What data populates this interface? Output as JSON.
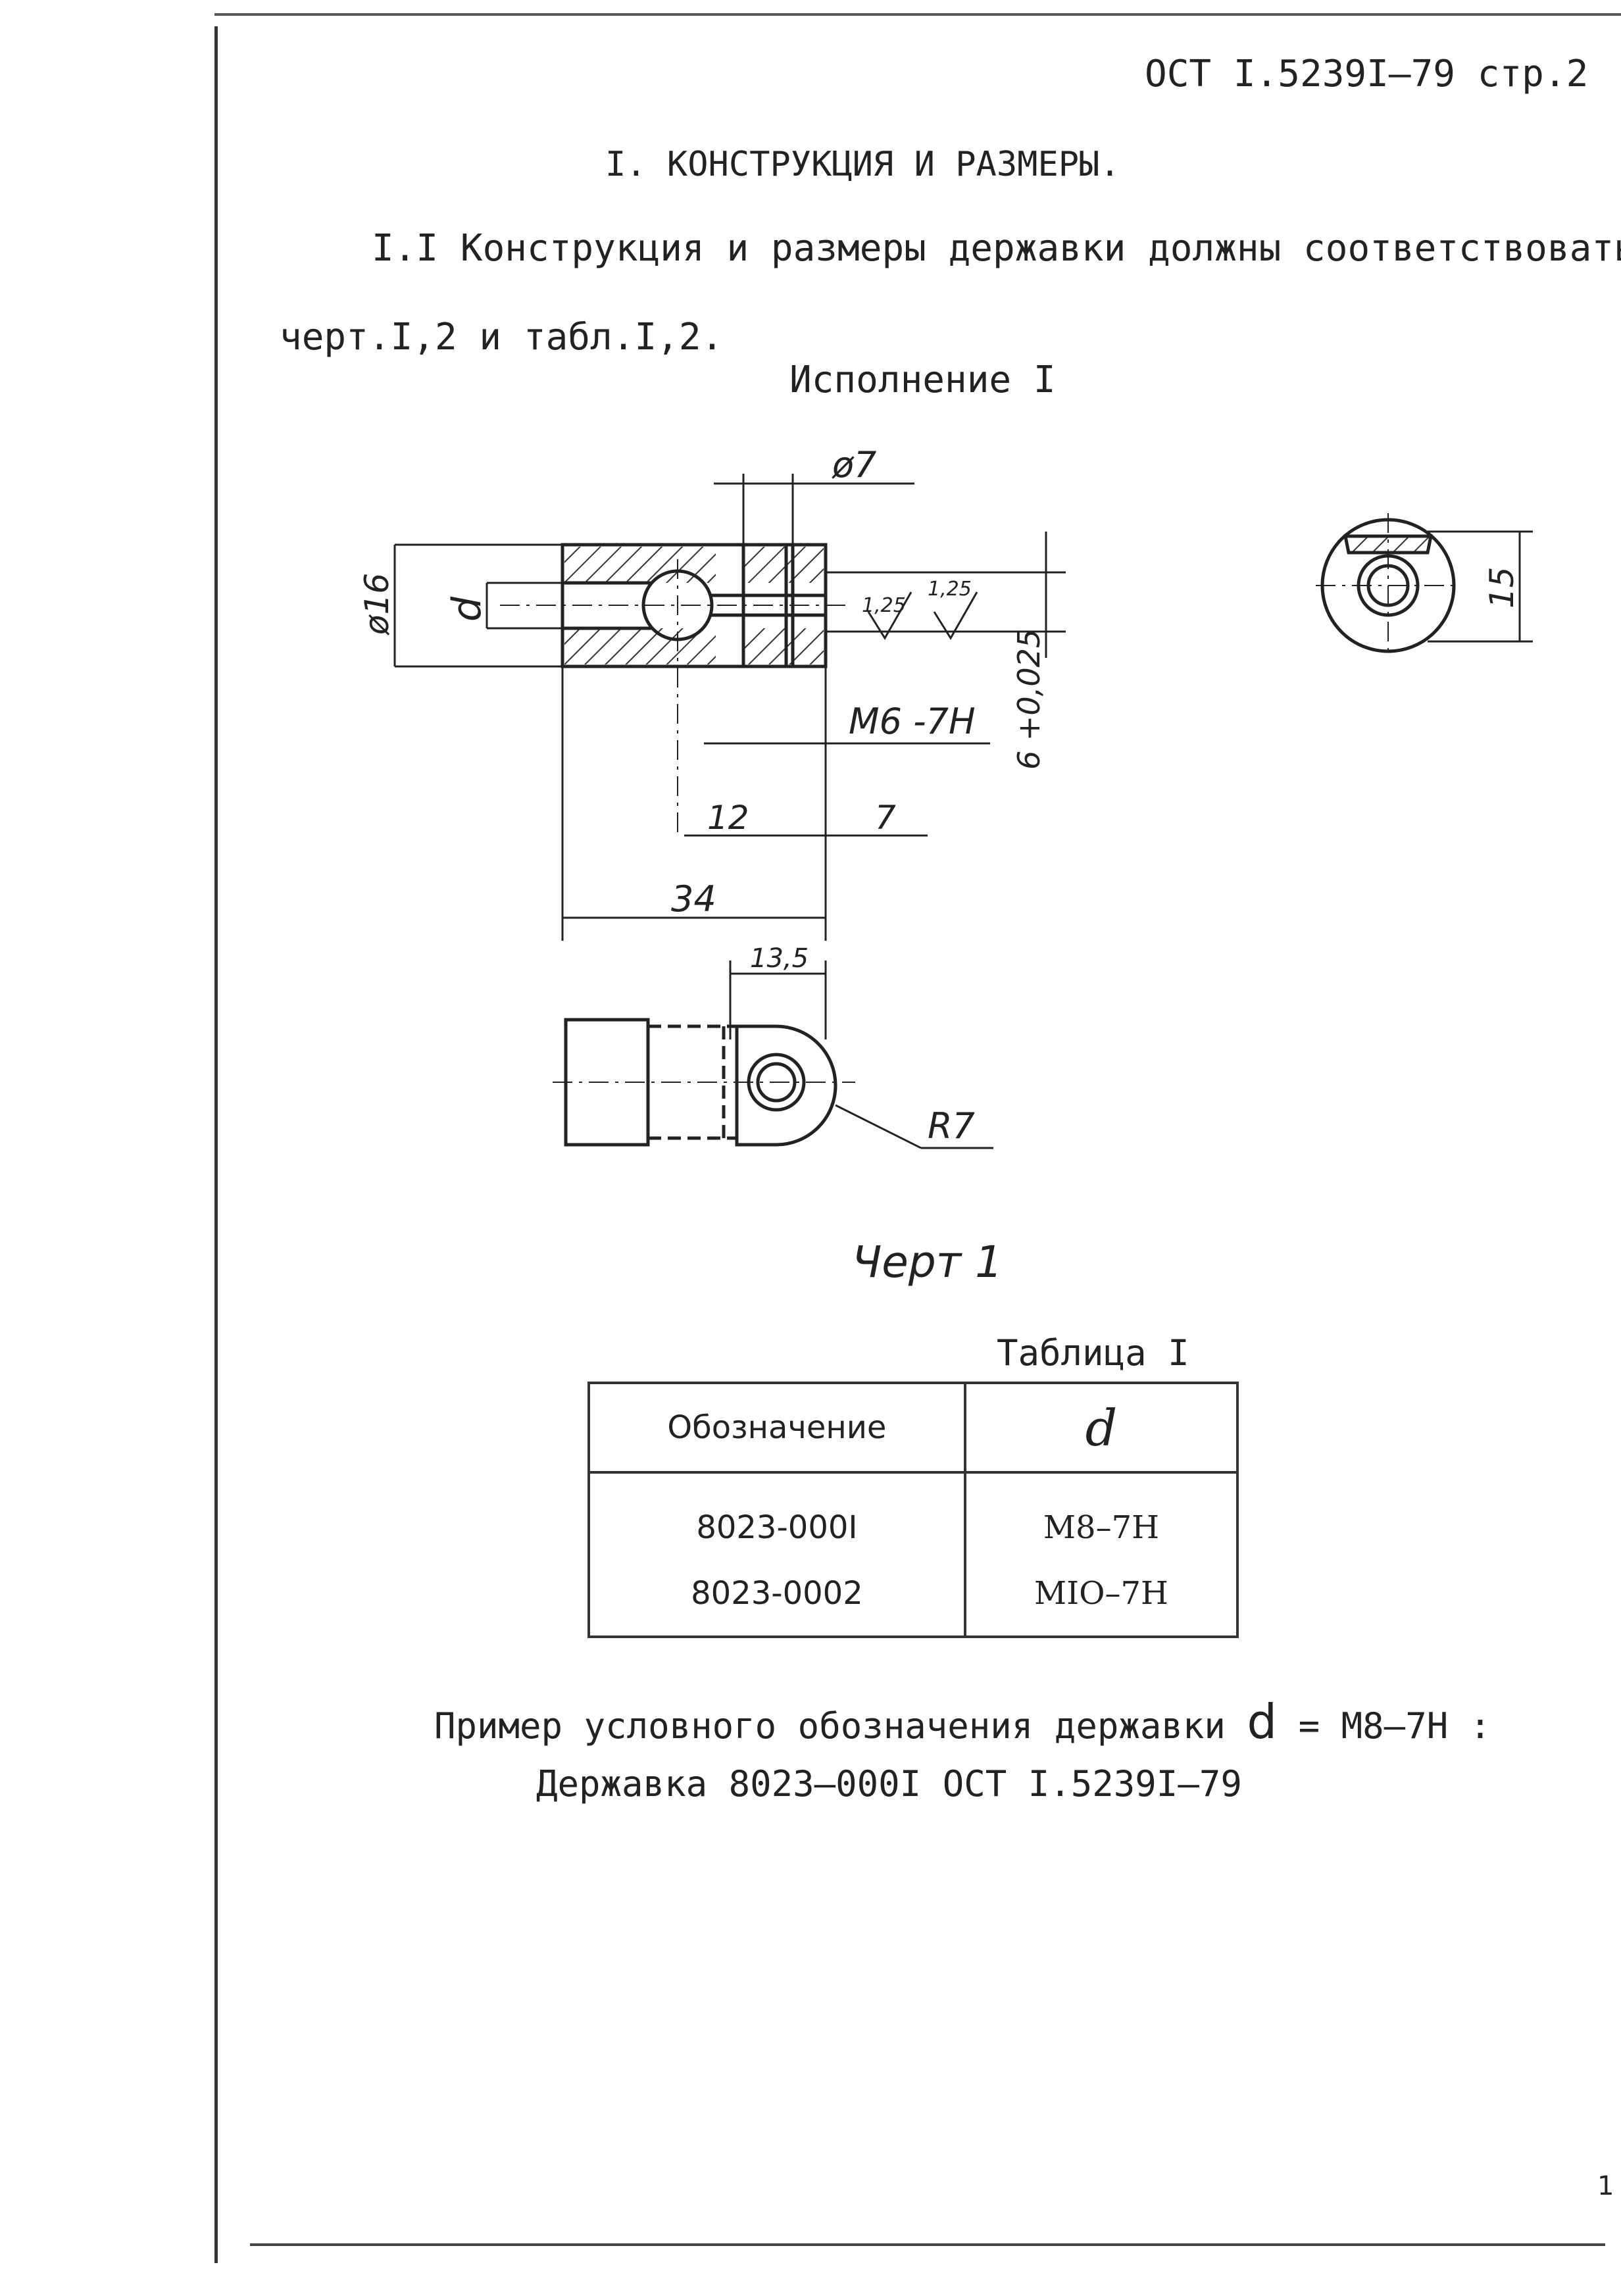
{
  "header": {
    "code": "ОСТ I.5239I–79 стр.2"
  },
  "section": {
    "title": "I. КОНСТРУКЦИЯ И РАЗМЕРЫ."
  },
  "paragraph": {
    "line1": "I.I Конструкция и размеры державки должны соответствовать",
    "line2": "черт.I,2 и табл.I,2."
  },
  "variant_label": "Исполнение I",
  "drawing": {
    "dims": {
      "dia7": "ø7",
      "dia16": "ø16",
      "d": "d",
      "rough1": "1,25",
      "rough2": "1,25",
      "thread": "M6 -7H",
      "tol": "6 +0,025",
      "len12": "12",
      "len7": "7",
      "len34": "34",
      "len13_5": "13,5",
      "radius": "R7",
      "height15": "15"
    }
  },
  "figure_caption": "Черт 1",
  "table": {
    "caption": "Таблица I",
    "headers": [
      "Обозначение",
      "d"
    ],
    "rows": [
      [
        "8023-000I",
        "M8–7H"
      ],
      [
        "8023-0002",
        "MIO–7H"
      ]
    ]
  },
  "example": {
    "line1_prefix": "Пример условного обозначения державки",
    "line1_var": "d",
    "line1_suffix": "= M8–7H :",
    "line2": "Державка 8023–000I   ОСТ  I.5239I–79"
  },
  "page_corner": "1"
}
